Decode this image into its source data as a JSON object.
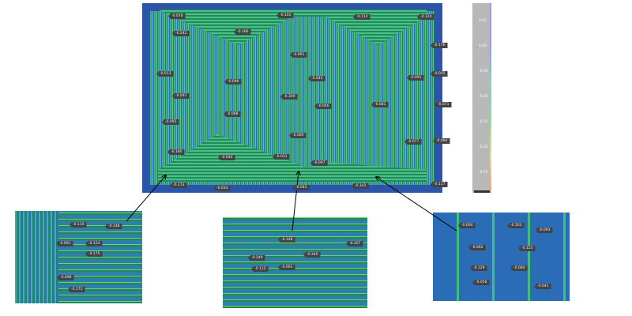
{
  "main_labels": [
    "-0.078",
    "-0.102",
    "-0.114",
    "-0.124",
    "-0.242",
    "-0.166",
    "-0.176",
    "-0.013",
    "-0.096",
    "-0.061",
    "-0.045",
    "-0.091",
    "-0.025",
    "-0.097",
    "-0.309",
    "-0.046",
    "-0.081",
    "-0.071",
    "-0.092",
    "-0.088",
    "-0.080",
    "-0.077",
    "-0.084",
    "-0.180",
    "-0.044",
    "-0.031",
    "-0.097",
    "-0.173",
    "-0.034",
    "-0.045",
    "-0.142",
    "-0.117"
  ],
  "inset1_labels": [
    "-0.110",
    "-0.148",
    "-0.091",
    "-0.124",
    "-0.176",
    "-0.098",
    "-0.171"
  ],
  "inset2_labels": [
    "-0.148",
    "-0.249",
    "-0.115",
    "-0.340",
    "-0.207",
    "-0.061"
  ],
  "inset3_labels": [
    "-0.004",
    "-0.103",
    "-0.093",
    "-0.092",
    "-0.125",
    "-0.129",
    "-0.084",
    "-0.056",
    "-0.041"
  ],
  "colorbar": {
    "ticks": [
      "0.05",
      "0.00",
      "-0.05",
      "-0.10",
      "-0.15",
      "-0.20",
      "-0.25"
    ]
  }
}
